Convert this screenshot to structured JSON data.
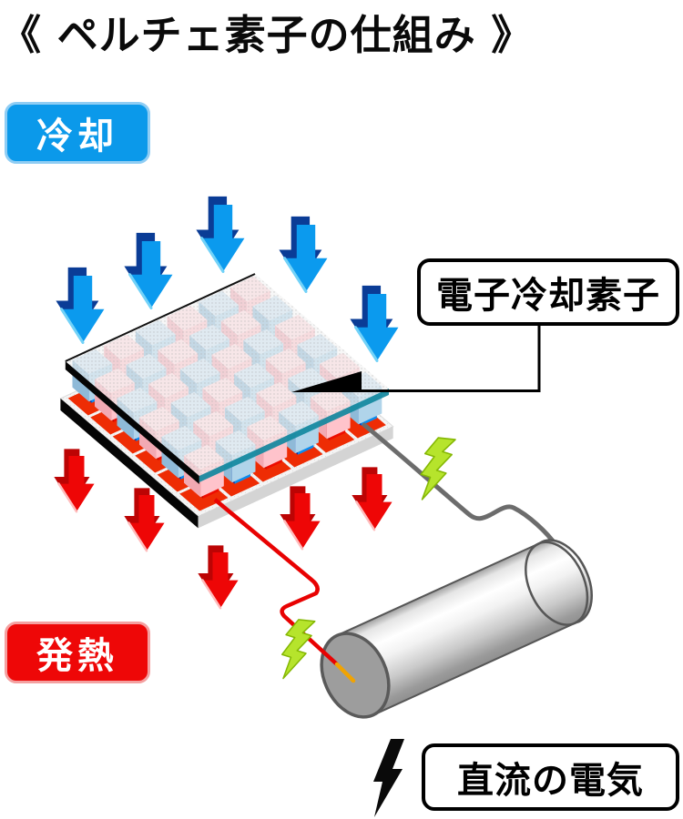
{
  "title": "《 ペルチェ素子の仕組み 》",
  "badges": {
    "cooling": {
      "label": "冷却",
      "bg": "#0B99EA",
      "border": "#8FCDF4",
      "text_color": "#FFFFFF"
    },
    "heating": {
      "label": "発熱",
      "bg": "#EE0707",
      "border": "#F4A0A0",
      "text_color": "#FFFFFF"
    }
  },
  "callouts": {
    "device_label": "電子冷却素子",
    "power_label": "直流の電気",
    "box_bg": "#FFFFFF",
    "box_border": "#000000"
  },
  "diagram": {
    "cool_arrows": {
      "count": 5,
      "color": "#0B9AEE",
      "shade": "#0A3C96",
      "edge": "#72D2F8"
    },
    "heat_arrows": {
      "count": 5,
      "color": "#EE0606",
      "shade": "#BC0404",
      "edge": "#FFBCBC"
    },
    "device": {
      "grid": "6x6 checkerboard",
      "pellet_pink": {
        "left": "#F2A9B3",
        "right": "#FFC3CB",
        "top": "#FFD9DD"
      },
      "pellet_blue": {
        "left": "#8FBAD8",
        "right": "#B0D4EA",
        "top": "#CCE3F2"
      },
      "pillar_red": {
        "left": "#C00A00",
        "right": "#EE0C00",
        "top": "#FF5040"
      },
      "pillar_blue": {
        "left": "#0A2BA8",
        "right": "#0A8CEE",
        "top": "#55AAEE"
      },
      "pad_red": "#EE2C04",
      "plate_fill": "#F0F0F0",
      "plate_dot": "#ABABAB",
      "plate_edge_black": "#050505",
      "plate_edge_teal": "#12889E",
      "slab_fill": "#F4F4F4",
      "slab_dot": "#C8C8C8",
      "slab_side": "#D4D4D4"
    },
    "pointer": {
      "color": "#000000"
    },
    "wires": {
      "red": "#E80202",
      "black": "#6C6C6C",
      "tip_orange": "#F0A303"
    },
    "sparks": {
      "count": 2,
      "fill": "#B6E42C",
      "edge": "#84B703"
    },
    "battery": {
      "face": "#9D9D9D",
      "ring": "#565656",
      "body_light": "#FFFFFF",
      "body_dark": "#8F8F8F"
    },
    "power_bolt_color": "#0A0A0A"
  }
}
